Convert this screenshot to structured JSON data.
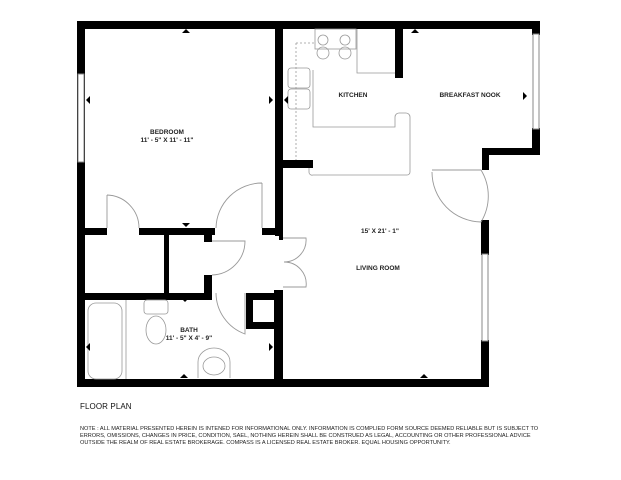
{
  "plan": {
    "title": "FLOOR PLAN",
    "rooms": {
      "bedroom": {
        "name": "BEDROOM",
        "dimensions": "11' - 5\" X 11' - 11\""
      },
      "kitchen": {
        "name": "KITCHEN"
      },
      "breakfast_nook": {
        "name": "BREAKFAST NOOK"
      },
      "living_room": {
        "name": "LIVING ROOM",
        "dimensions": "15' X 21' - 1\""
      },
      "bath": {
        "name": "BATH",
        "dimensions": "11' - 5\" X 4' - 9\""
      }
    },
    "note": "NOTE : ALL MATERIAL PRESENTED HEREIN IS INTENED FOR INFORMATIONAL ONLY. INFORMATION IS COMPLIED FORM SOURCE DEEMED RELIABLE BUT IS SUBJECT TO ERRORS, OMISSIONS, CHANGES IN PRICE, CONDITION, SAEL, NOTHING HEREIN SHALL BE CONSTRUED AS LEGAL, ACCOUNTING OR OTHER PROFESSIONAL ADVICE OUTSIDE THE REALM OF REAL ESTATE BROKERAGE. COMPASS IS A LICENSED REAL ESTATE BROKER. EQUAL HOUSING OPPORTUNITY.",
    "colors": {
      "wall": "#000000",
      "fixture": "#999999",
      "background": "#ffffff"
    }
  }
}
